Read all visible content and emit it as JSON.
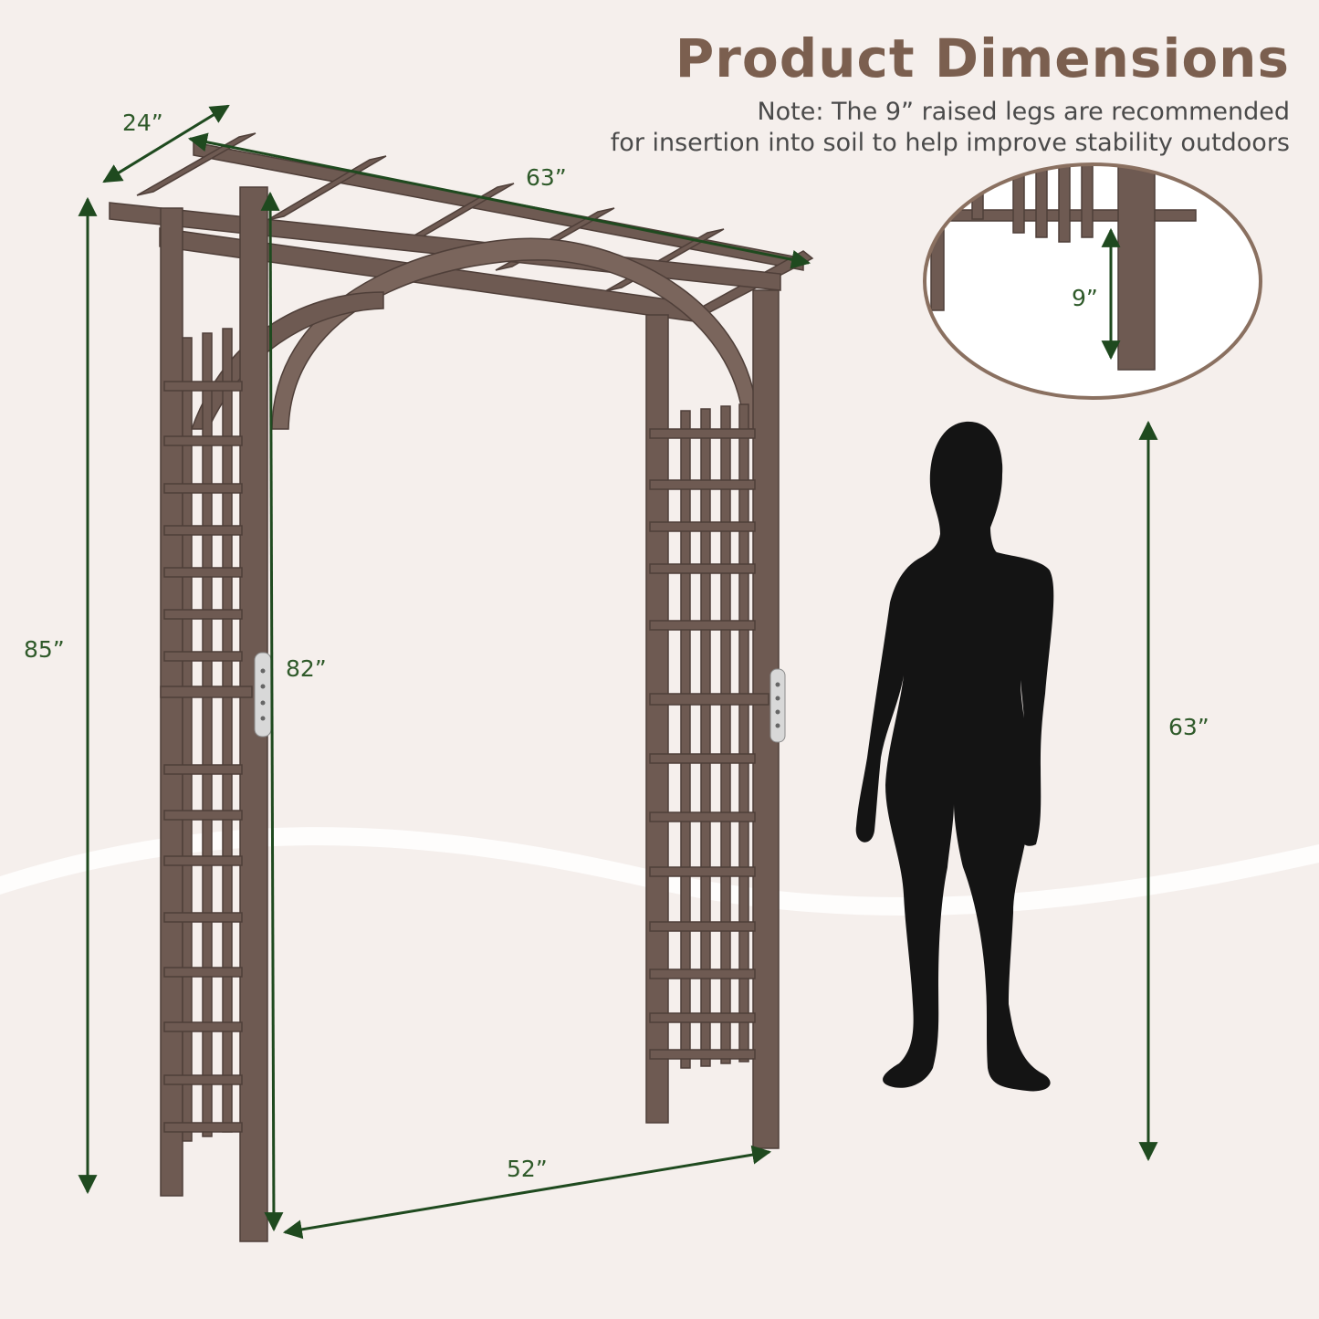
{
  "header": {
    "title": "Product Dimensions",
    "note_line1": "Note: The 9” raised legs are recommended",
    "note_line2": "for insertion into soil to help improve stability outdoors"
  },
  "dimensions": {
    "depth": "24”",
    "top_width": "63”",
    "total_height": "85”",
    "inner_height": "82”",
    "inner_width": "52”",
    "leg_insert": "9”",
    "person_height": "63”"
  },
  "colors": {
    "title": "#7b5f4f",
    "wood": "#6e5a52",
    "wood_dark": "#4f3f39",
    "arrow": "#1f4a1f",
    "label": "#2f5a2a",
    "silhouette": "#141414",
    "callout_border": "#8a7060"
  },
  "icons": {
    "person": "person-silhouette-icon",
    "hinge": "metal-hinge-icon"
  }
}
